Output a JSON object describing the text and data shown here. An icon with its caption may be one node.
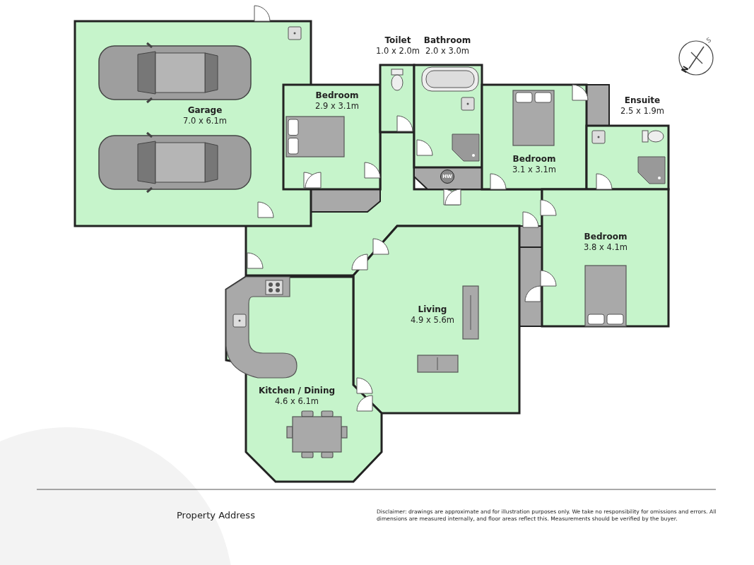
{
  "diagram": {
    "nodes": [
      {
        "text": [
          "Garage",
          "7.0 x 6.1m"
        ]
      },
      {
        "text": [
          "Bedroom",
          "2.9 x 3.1m"
        ]
      },
      {
        "text": [
          "Toilet",
          "1.0 x 2.0m"
        ]
      },
      {
        "text": [
          "Bathroom",
          "2.0 x 3.0m"
        ]
      },
      {
        "text": [
          "Bedroom",
          "3.1 x 3.1m"
        ]
      },
      {
        "text": [
          "Ensuite",
          "2.5 x 1.9m"
        ]
      },
      {
        "text": [
          "HW"
        ]
      },
      {
        "text": [
          "Bedroom",
          "3.8 x 4.1m"
        ]
      },
      {
        "text": [
          "Living",
          "4.9 x 5.6m"
        ]
      },
      {
        "text": [
          "Kitchen / Dining",
          "4.6 x 6.1m"
        ]
      }
    ],
    "labels": [
      "S",
      "N",
      "Property Address",
      "Disclaimer: drawings are approximate and for illustration purposes only. We take no responsibility for omissions and errors. All dimensions are measured internally, and floor areas reflect this. Measurements should be verified by the buyer."
    ]
  }
}
